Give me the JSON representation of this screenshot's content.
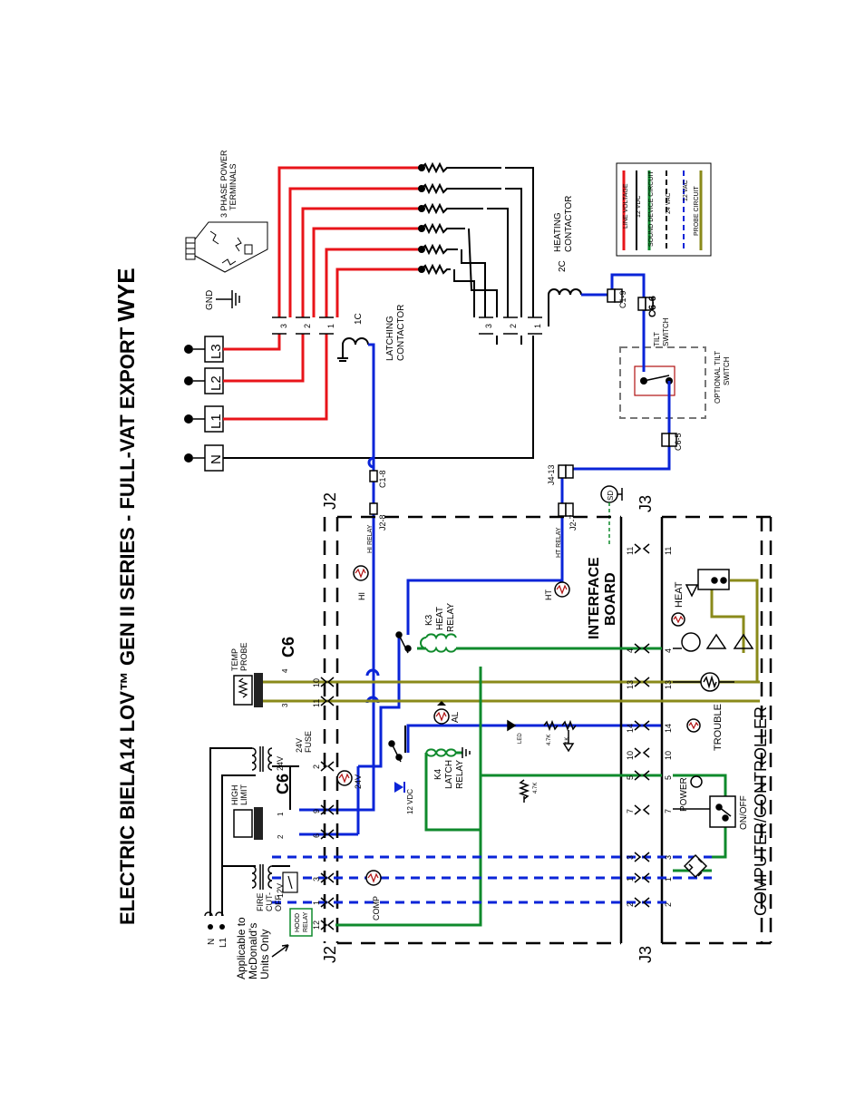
{
  "title_main": "ELECTRIC BIELA14 LOV™ GEN II SERIES - FULL-VAT EXPORT ",
  "title_suffix": "WYE",
  "power_terminals": {
    "line1": "3 PHASE POWER",
    "line2": "TERMINALS"
  },
  "heating_contactor": {
    "line1": "HEATING",
    "line2": "CONTACTOR",
    "tag": "2C",
    "poles": [
      "3",
      "2",
      "1"
    ]
  },
  "latching_contactor": {
    "line1": "LATCHING",
    "line2": "CONTACTOR",
    "tag": "1C",
    "poles": [
      "3",
      "2",
      "1"
    ]
  },
  "gnd": "GND",
  "lines": [
    "L3",
    "L2",
    "L1",
    "N"
  ],
  "legend": {
    "items": [
      {
        "label": "LINE VOLTAGE",
        "color": "#e8141a"
      },
      {
        "label": "12 VDC",
        "color": "#000000"
      },
      {
        "label": "SOUND DEVICE CIRCUIT",
        "color": "#0f8a2c"
      },
      {
        "label": "24 VAC",
        "color": "#000000"
      },
      {
        "label": "12 VAC",
        "color": "#0a24d8"
      },
      {
        "label": "PROBE CIRCUIT",
        "color": "#8a8a1a"
      }
    ]
  },
  "connectors": {
    "c1_9": "C1-9",
    "c6_6": "C6-6",
    "c6_5": "C6-5",
    "c1_8": "C1-8",
    "j4_13": "J4-13",
    "j2_7": "J2-7",
    "j2_8": "J2-8",
    "sd": "SD"
  },
  "tilt": {
    "line1": "TILT",
    "line2": "SWITCH",
    "opt1": "OPTIONAL TILT",
    "opt2": "SWITCH"
  },
  "relays": {
    "hi_relay": "HI RELAY",
    "ht_relay": "HT RELAY",
    "hi": "HI",
    "ht": "HT",
    "k3": [
      "K3",
      "HEAT",
      "RELAY"
    ],
    "k4": [
      "K4",
      "LATCH",
      "RELAY"
    ]
  },
  "interface_board": {
    "line1": "INTERFACE",
    "line2": "BOARD"
  },
  "computer": "COMPUTER/CONTROLLER",
  "j2": "J2",
  "j3": "J3",
  "c6": "C6",
  "temp_probe": {
    "line1": "TEMP",
    "line2": "PROBE"
  },
  "high_limit": {
    "line1": "HIGH",
    "line2": "LIMIT"
  },
  "fire_cutoff": {
    "line1": "FIRE",
    "line2": "CUT-",
    "line3": "OFF"
  },
  "hood_relay": {
    "line1": "HOOD",
    "line2": "RELAY"
  },
  "mcdonalds": {
    "line1": "Applicable to",
    "line2": "McDonald's",
    "line3": "Units Only"
  },
  "labels": {
    "n": "N",
    "l1": "L1",
    "v24": "24V",
    "v24fuse": [
      "24V",
      "FUSE"
    ],
    "v12": "12V",
    "vdc12": "12 VDC",
    "comp": "COMP",
    "al": "AL",
    "trouble": "TROUBLE",
    "power": "POWER",
    "onoff": "ON/OFF",
    "heat": "HEAT",
    "k47a": "4.7K",
    "k47b": "4.7K",
    "k1": "1K",
    "led": "LED"
  },
  "j2_pins": [
    "12",
    "1",
    "3",
    "6",
    "9",
    "2",
    "11",
    "10"
  ],
  "j3_pins": [
    "2",
    "1",
    "3",
    "7",
    "5",
    "10",
    "14",
    "13",
    "4",
    "11"
  ],
  "c6_pins": [
    "1",
    "2",
    "3",
    "4"
  ]
}
